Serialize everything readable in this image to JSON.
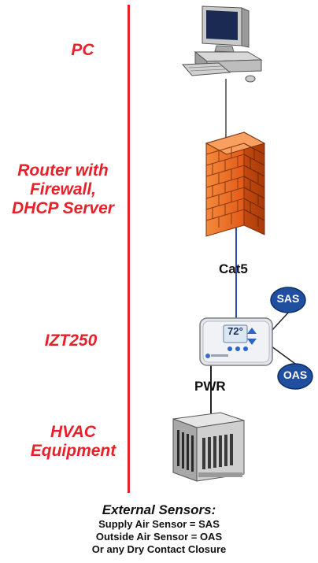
{
  "labels": {
    "pc": "PC",
    "router_line1": "Router with",
    "router_line2": "Firewall,",
    "router_line3": "DHCP Server",
    "izt": "IZT250",
    "hvac_line1": "HVAC",
    "hvac_line2": "Equipment"
  },
  "connections": {
    "cat5": "Cat5",
    "pwr": "PWR"
  },
  "sensors": {
    "sas": "SAS",
    "oas": "OAS"
  },
  "thermostat": {
    "display": "72°"
  },
  "footer": {
    "heading": "External Sensors:",
    "line1": "Supply Air Sensor  = SAS",
    "line2": "Outside Air Sensor  = OAS",
    "line3": "Or any Dry Contact Closure"
  },
  "colors": {
    "label_red": "#e8202a",
    "cable_blue": "#2f4fae",
    "sensor_blue": "#1f4f9e",
    "firewall_orange": "#f07028"
  }
}
